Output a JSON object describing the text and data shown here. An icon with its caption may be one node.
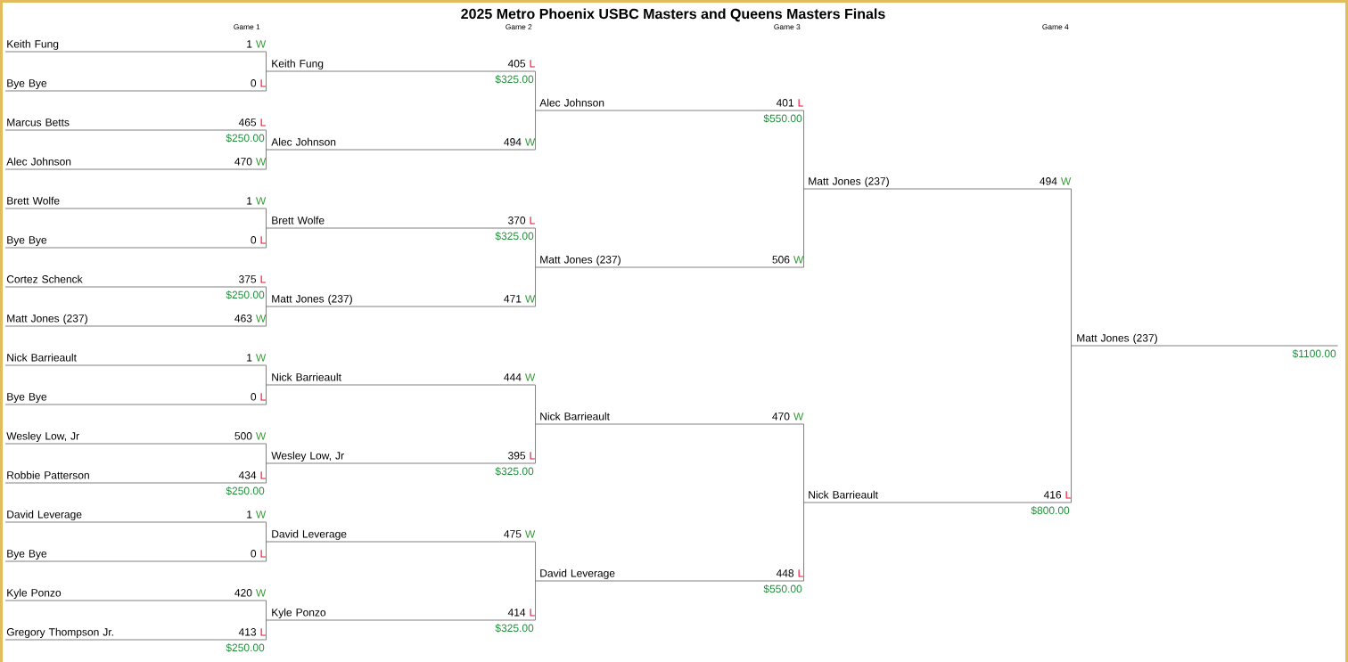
{
  "diagram": {
    "title": "2025 Metro Phoenix USBC Masters and Queens Masters Finals",
    "nodes": [
      {
        "text": [
          "Keith Fung",
          "1",
          "W"
        ]
      },
      {
        "text": [
          "Bye Bye",
          "0",
          "L"
        ]
      },
      {
        "text": [
          "Marcus Betts",
          "465",
          "L"
        ],
        "beside": [
          "$250.00"
        ]
      },
      {
        "text": [
          "Alec Johnson",
          "470",
          "W"
        ]
      },
      {
        "text": [
          "Brett Wolfe",
          "1",
          "W"
        ]
      },
      {
        "text": [
          "Bye Bye",
          "0",
          "L"
        ]
      },
      {
        "text": [
          "Cortez Schenck",
          "375",
          "L"
        ],
        "beside": [
          "$250.00"
        ]
      },
      {
        "text": [
          "Matt Jones (237)",
          "463",
          "W"
        ]
      },
      {
        "text": [
          "Nick Barrieault",
          "1",
          "W"
        ]
      },
      {
        "text": [
          "Bye Bye",
          "0",
          "L"
        ]
      },
      {
        "text": [
          "Wesley Low, Jr",
          "500",
          "W"
        ]
      },
      {
        "text": [
          "Robbie Patterson",
          "434",
          "L"
        ],
        "beside": [
          "$250.00"
        ]
      },
      {
        "text": [
          "David Leverage",
          "1",
          "W"
        ]
      },
      {
        "text": [
          "Bye Bye",
          "0",
          "L"
        ]
      },
      {
        "text": [
          "Kyle Ponzo",
          "420",
          "W"
        ]
      },
      {
        "text": [
          "Gregory Thompson Jr.",
          "413",
          "L"
        ],
        "beside": [
          "$250.00"
        ]
      },
      {
        "text": [
          "Keith Fung",
          "405",
          "L"
        ],
        "beside": [
          "$325.00"
        ]
      },
      {
        "text": [
          "Alec Johnson",
          "494",
          "W"
        ]
      },
      {
        "text": [
          "Brett Wolfe",
          "370",
          "L"
        ],
        "beside": [
          "$325.00"
        ]
      },
      {
        "text": [
          "Matt Jones (237)",
          "471",
          "W"
        ]
      },
      {
        "text": [
          "Nick Barrieault",
          "444",
          "W"
        ]
      },
      {
        "text": [
          "Wesley Low, Jr",
          "395",
          "L"
        ],
        "beside": [
          "$325.00"
        ]
      },
      {
        "text": [
          "David Leverage",
          "475",
          "W"
        ]
      },
      {
        "text": [
          "Kyle Ponzo",
          "414",
          "L"
        ],
        "beside": [
          "$325.00"
        ]
      },
      {
        "text": [
          "Alec Johnson",
          "401",
          "L"
        ],
        "beside": [
          "$550.00"
        ]
      },
      {
        "text": [
          "Matt Jones (237)",
          "506",
          "W"
        ]
      },
      {
        "text": [
          "Nick Barrieault",
          "470",
          "W"
        ]
      },
      {
        "text": [
          "David Leverage",
          "448",
          "L"
        ],
        "beside": [
          "$550.00"
        ]
      },
      {
        "text": [
          "Matt Jones (237)",
          "494",
          "W"
        ]
      },
      {
        "text": [
          "Nick Barrieault",
          "416",
          "L"
        ],
        "beside": [
          "$800.00"
        ]
      },
      {
        "text": [
          "Matt Jones (237)"
        ],
        "beside": [
          "$1100.00"
        ]
      }
    ],
    "edges": [
      {
        "from": 0,
        "to": 16,
        "arrow": "none"
      },
      {
        "from": 1,
        "to": 16,
        "arrow": "none"
      },
      {
        "from": 2,
        "to": 17,
        "arrow": "none"
      },
      {
        "from": 3,
        "to": 17,
        "arrow": "none"
      },
      {
        "from": 4,
        "to": 18,
        "arrow": "none"
      },
      {
        "from": 5,
        "to": 18,
        "arrow": "none"
      },
      {
        "from": 6,
        "to": 19,
        "arrow": "none"
      },
      {
        "from": 7,
        "to": 19,
        "arrow": "none"
      },
      {
        "from": 8,
        "to": 20,
        "arrow": "none"
      },
      {
        "from": 9,
        "to": 20,
        "arrow": "none"
      },
      {
        "from": 10,
        "to": 21,
        "arrow": "none"
      },
      {
        "from": 11,
        "to": 21,
        "arrow": "none"
      },
      {
        "from": 12,
        "to": 22,
        "arrow": "none"
      },
      {
        "from": 13,
        "to": 22,
        "arrow": "none"
      },
      {
        "from": 14,
        "to": 23,
        "arrow": "none"
      },
      {
        "from": 15,
        "to": 23,
        "arrow": "none"
      },
      {
        "from": 16,
        "to": 24,
        "arrow": "none"
      },
      {
        "from": 17,
        "to": 24,
        "arrow": "none"
      },
      {
        "from": 18,
        "to": 25,
        "arrow": "none"
      },
      {
        "from": 19,
        "to": 25,
        "arrow": "none"
      },
      {
        "from": 20,
        "to": 26,
        "arrow": "none"
      },
      {
        "from": 21,
        "to": 26,
        "arrow": "none"
      },
      {
        "from": 22,
        "to": 27,
        "arrow": "none"
      },
      {
        "from": 23,
        "to": 27,
        "arrow": "none"
      },
      {
        "from": 24,
        "to": 28,
        "arrow": "none"
      },
      {
        "from": 25,
        "to": 28,
        "arrow": "none"
      },
      {
        "from": 26,
        "to": 29,
        "arrow": "none"
      },
      {
        "from": 27,
        "to": 29,
        "arrow": "none"
      },
      {
        "from": 28,
        "to": 30,
        "arrow": "none"
      },
      {
        "from": 29,
        "to": 30,
        "arrow": "none"
      }
    ],
    "labels": [
      "Game 1",
      "Game 2",
      "Game 3",
      "Game 4"
    ]
  }
}
